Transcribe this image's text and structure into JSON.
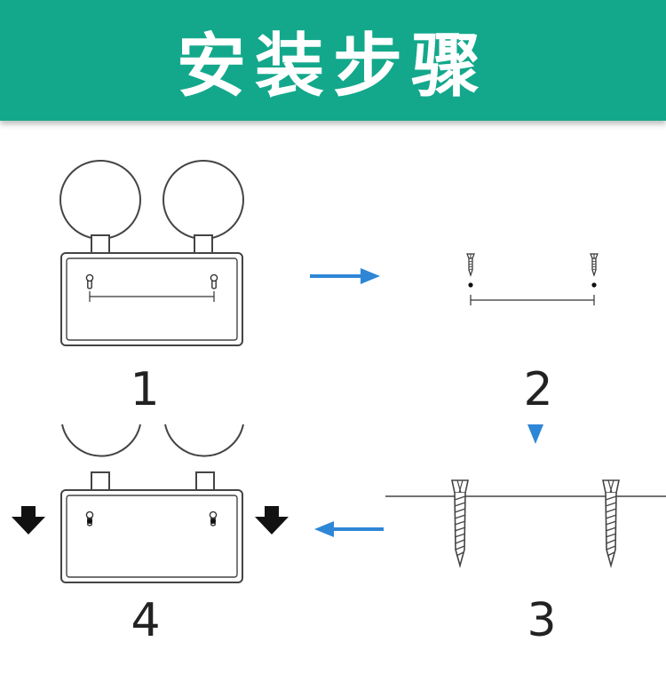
{
  "header": {
    "title": "安装步骤"
  },
  "steps": [
    {
      "number": "1"
    },
    {
      "number": "2"
    },
    {
      "number": "3"
    },
    {
      "number": "4"
    }
  ],
  "colors": {
    "banner": "#13a88b",
    "arrow": "#2e86d6",
    "down_arrow": "#111111",
    "outline": "#333333"
  }
}
